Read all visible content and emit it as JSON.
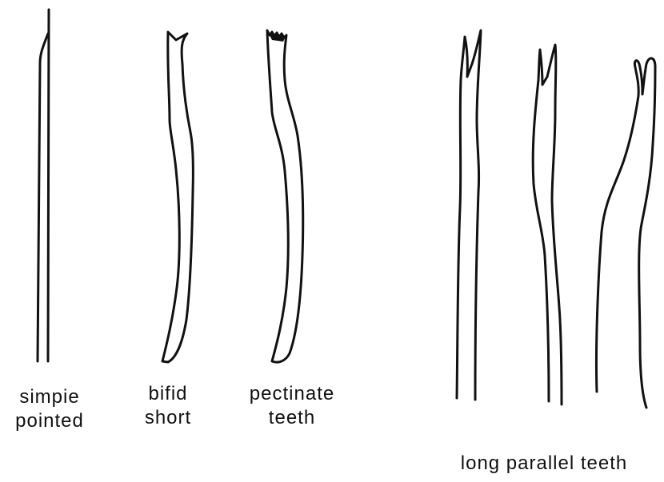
{
  "figure": {
    "ink_color": "#111111",
    "background": "#ffffff",
    "captions": {
      "simple": [
        "simpie",
        "pointed"
      ],
      "bifid": [
        "bifid",
        "short"
      ],
      "pectinate": [
        "pectinate",
        "teeth"
      ],
      "long": "long parallel teeth"
    }
  }
}
